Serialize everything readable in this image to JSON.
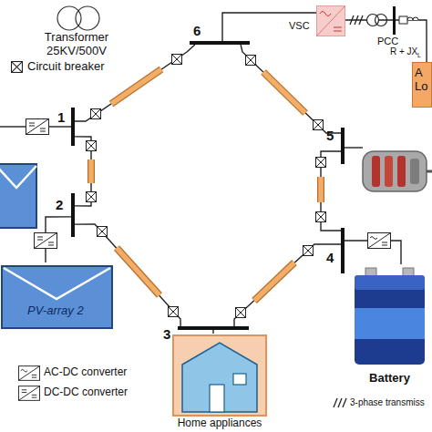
{
  "diagram": {
    "nodes": [
      {
        "text": [
          "1"
        ]
      },
      {
        "text": [
          "2"
        ]
      },
      {
        "text": [
          "3"
        ]
      },
      {
        "text": [
          "4"
        ]
      },
      {
        "text": [
          "5"
        ]
      },
      {
        "text": [
          "6"
        ]
      },
      {
        "text": [
          "PV-array 2"
        ]
      },
      {
        "text": [
          "Home appliances"
        ]
      },
      {
        "text": [
          "Battery"
        ]
      },
      {
        "text": [
          "VSC"
        ]
      },
      {
        "text": [
          "A Lo"
        ]
      }
    ],
    "edges": [
      {
        "from": 0,
        "to": 5,
        "arrow": "none"
      },
      {
        "from": 0,
        "to": 1,
        "arrow": "none"
      },
      {
        "from": 1,
        "to": 2,
        "arrow": "none"
      },
      {
        "from": 2,
        "to": 3,
        "arrow": "none"
      },
      {
        "from": 3,
        "to": 4,
        "arrow": "none"
      },
      {
        "from": 4,
        "to": 5,
        "arrow": "none"
      },
      {
        "from": 1,
        "to": 6,
        "arrow": "none"
      },
      {
        "from": 2,
        "to": 7,
        "arrow": "none"
      },
      {
        "from": 3,
        "to": 8,
        "arrow": "none"
      },
      {
        "from": 5,
        "to": 9,
        "arrow": "none"
      },
      {
        "from": 9,
        "to": 10,
        "arrow": "none"
      }
    ],
    "labels": [
      "PCC",
      "R + JX",
      "L"
    ],
    "legend": [
      {
        "text": "Transformer 25KV/500V"
      },
      {
        "text": "Circuit breaker"
      },
      {
        "text": "AC-DC converter"
      },
      {
        "text": "DC-DC converter"
      },
      {
        "text": "3-phase transmiss"
      }
    ]
  }
}
